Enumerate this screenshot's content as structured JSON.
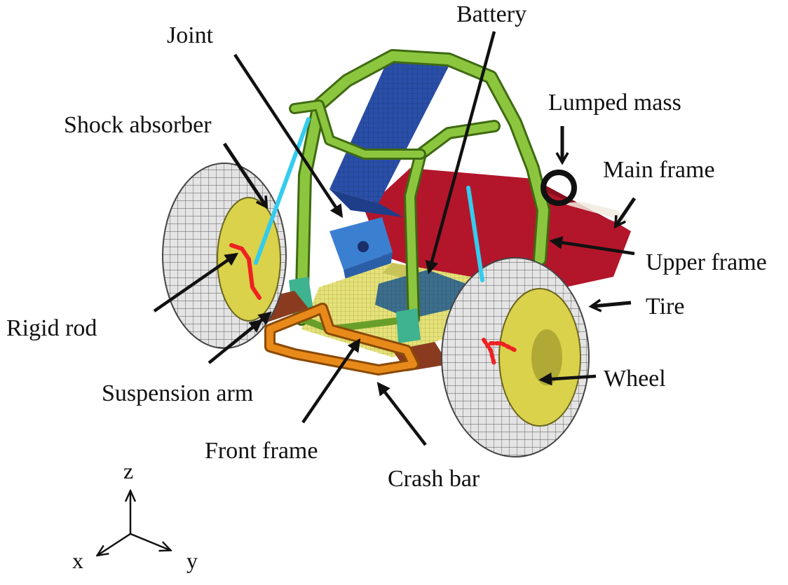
{
  "labels": {
    "joint": "Joint",
    "battery": "Battery",
    "lumped_mass": "Lumped mass",
    "shock_absorber": "Shock absorber",
    "main_frame": "Main frame",
    "upper_frame": "Upper frame",
    "tire": "Tire",
    "rigid_rod": "Rigid rod",
    "wheel": "Wheel",
    "suspension_arm": "Suspension arm",
    "front_frame": "Front frame",
    "crash_bar": "Crash bar"
  },
  "axes": {
    "z": "z",
    "x": "x",
    "y": "y"
  },
  "colors": {
    "roll_cage": "#8cc63f",
    "roll_cage_dark": "#3f6a12",
    "battery_blue": "#2a4fa8",
    "battery_top": "#3d6f8c",
    "main_frame_red": "#b3162a",
    "floor_yellow": "#e6e27a",
    "crash_bar_orange": "#e88a1a",
    "shock_cyan": "#33ccee",
    "rigid_rod_red": "#ee2222",
    "tire_gray": "#cfcfcf",
    "wheel_yellow": "#d9d24a",
    "joint_blue": "#3b7fd0",
    "suspension_brown": "#8a3b1f",
    "arrow": "#111111"
  }
}
